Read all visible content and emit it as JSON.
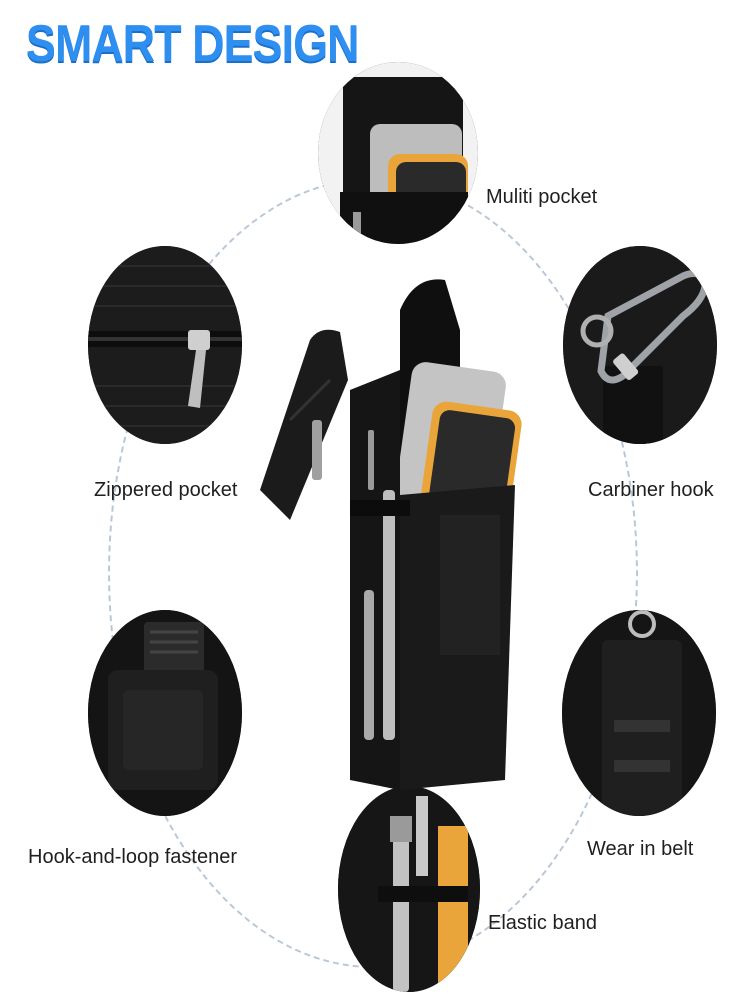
{
  "headline": "SMART DESIGN",
  "features": {
    "multi_pocket": "Muliti pocket",
    "zippered_pocket": "Zippered pocket",
    "carabiner_hook": "Carbiner hook",
    "hook_and_loop": "Hook-and-loop fastener",
    "wear_in_belt": "Wear in belt",
    "elastic_band": "Elastic band"
  },
  "colors": {
    "headline": "#2f8ff0",
    "pouch": "#141414",
    "phone_accent": "#e9a53a"
  }
}
